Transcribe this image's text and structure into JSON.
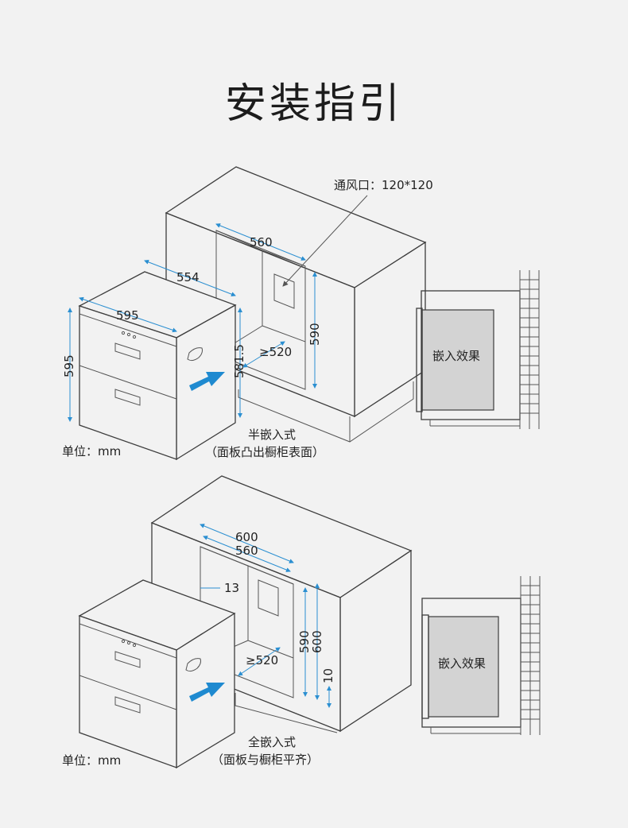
{
  "title": "安装指引",
  "vent_label": "通风口：120*120",
  "section_half": {
    "caption_line1": "半嵌入式",
    "caption_line2": "（面板凸出橱柜表面）",
    "unit": "单位：mm",
    "effect_label": "嵌入效果",
    "dims": {
      "appliance_width": "595",
      "appliance_depth": "554",
      "appliance_height": "595",
      "cutout_width": "560",
      "cutout_height": "590",
      "cutout_depth": "≥520",
      "front_height": "581.5"
    }
  },
  "section_full": {
    "caption_line1": "全嵌入式",
    "caption_line2": "（面板与橱柜平齐）",
    "unit": "单位：mm",
    "effect_label": "嵌入效果",
    "dims": {
      "outer_width": "600",
      "cutout_width": "560",
      "side_gap": "13",
      "cutout_height": "590",
      "outer_height": "600",
      "cutout_depth": "≥520",
      "bottom_gap": "10"
    }
  },
  "colors": {
    "dimension_line": "#2b8fd1",
    "arrow": "#1f8ad0",
    "background": "#f2f2f2",
    "effect_panel": "#d3d3d3"
  }
}
